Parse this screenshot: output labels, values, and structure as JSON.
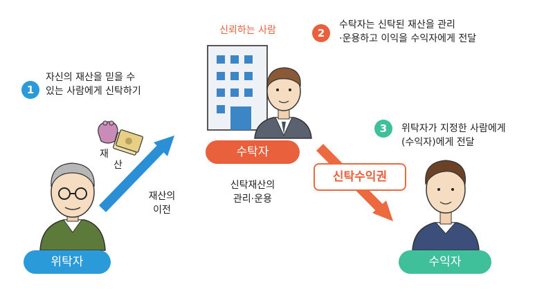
{
  "steps": [
    {
      "number": "1",
      "line1": "자신의 재산을 믿을 수",
      "line2": "있는 사람에게 신탁하기"
    },
    {
      "number": "2",
      "line1": "수탁자는 신탁된 재산을 관리",
      "line2": "·운용하고 이익을 수익자에게 전달"
    },
    {
      "number": "3",
      "line1": "위탁자가 지정한 사람에게",
      "line2": "(수익자)에게 전달"
    }
  ],
  "trusted_person_label": "신뢰하는 사람",
  "roles": {
    "truster": "위탁자",
    "trustee": "수탁자",
    "beneficiary": "수익자"
  },
  "asset_label": {
    "char1": "재",
    "char2": "산"
  },
  "transfer_label": {
    "line1": "재산의",
    "line2": "이전"
  },
  "management_label": {
    "line1": "신탁재산의",
    "line2": "관리·운용"
  },
  "beneficial_right": "신탁수익권",
  "colors": {
    "blue": "#2b9ad8",
    "orange": "#e8603c",
    "green": "#3fbf9a",
    "arrow_blue": "#2b8fd6",
    "arrow_orange": "#ec6a3f"
  }
}
